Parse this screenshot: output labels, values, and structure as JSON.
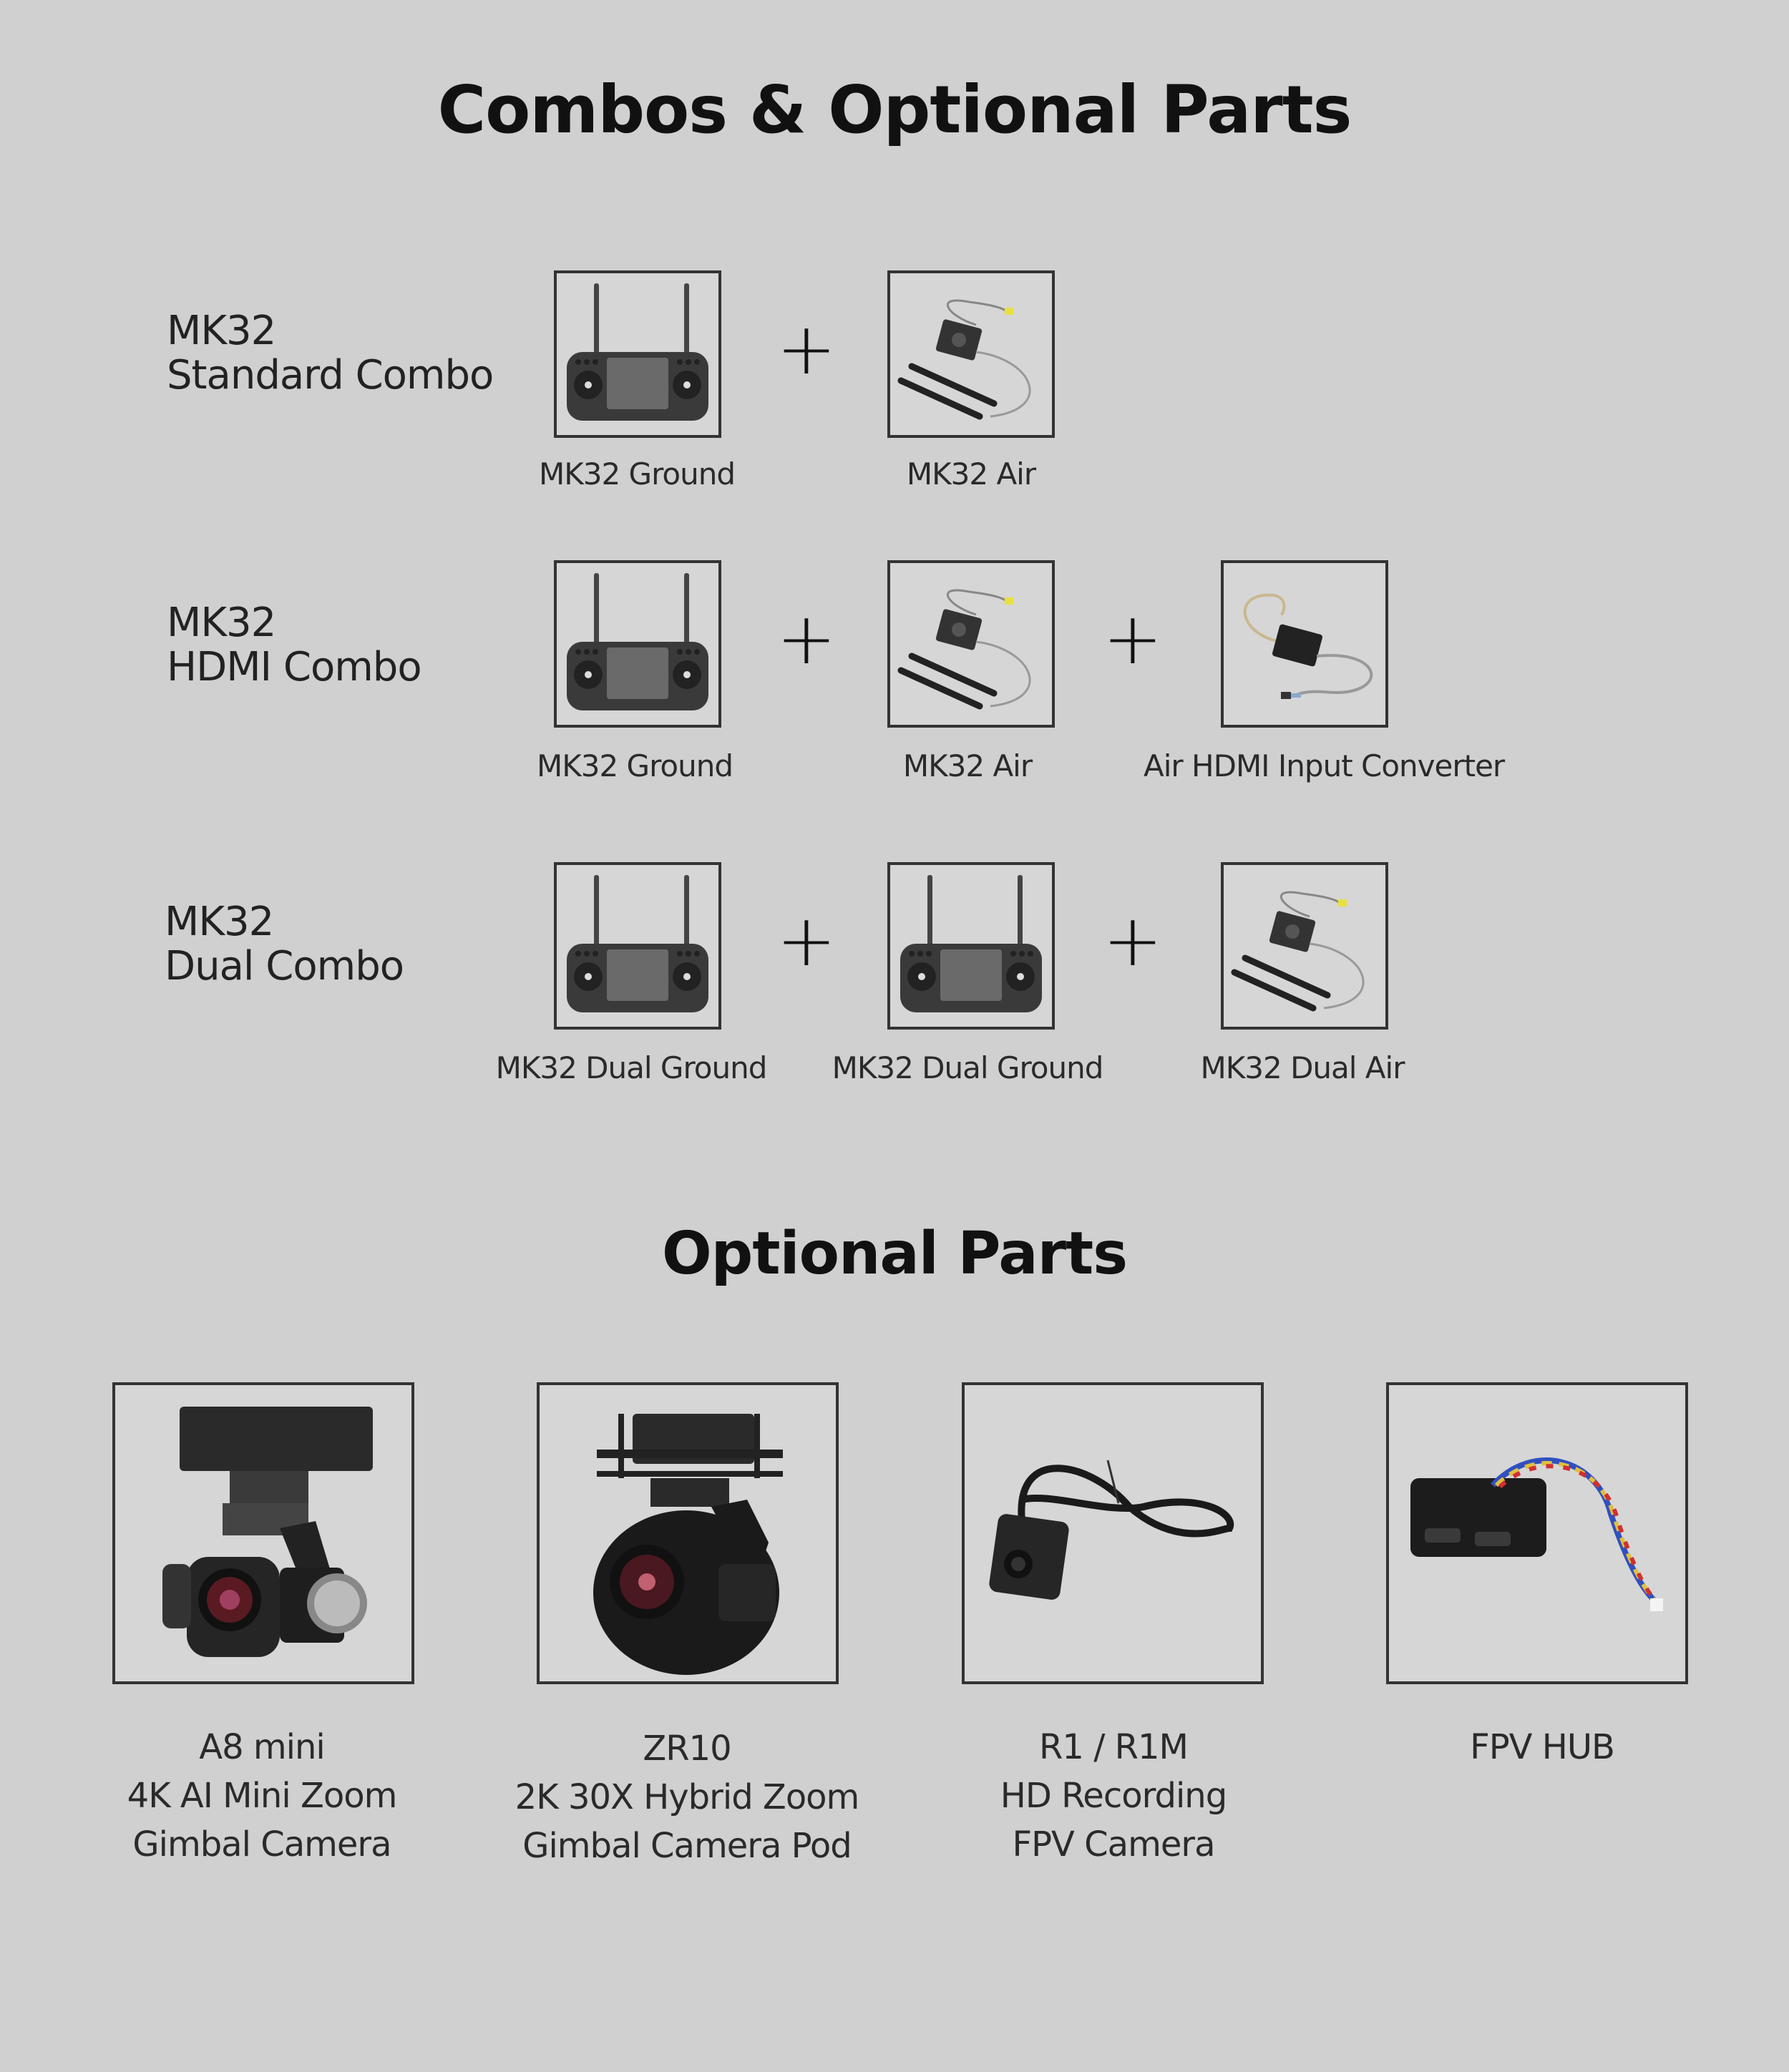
{
  "page": {
    "title": "Combos & Optional Parts",
    "background_color": "#d0d0d0"
  },
  "combos": [
    {
      "name_line1": "MK32",
      "name_line2": "Standard Combo",
      "items": [
        {
          "label": "MK32 Ground",
          "icon": "remote-controller-icon"
        },
        {
          "label": "MK32 Air",
          "icon": "air-unit-icon"
        }
      ]
    },
    {
      "name_line1": "MK32",
      "name_line2": "HDMI Combo",
      "items": [
        {
          "label": "MK32 Ground",
          "icon": "remote-controller-icon"
        },
        {
          "label": "MK32 Air",
          "icon": "air-unit-icon"
        },
        {
          "label": "Air HDMI Input Converter",
          "icon": "hdmi-converter-icon"
        }
      ]
    },
    {
      "name_line1": "MK32",
      "name_line2": "Dual Combo",
      "items": [
        {
          "label": "MK32 Dual Ground",
          "icon": "remote-controller-icon"
        },
        {
          "label": "MK32 Dual Ground",
          "icon": "remote-controller-icon"
        },
        {
          "label": "MK32 Dual Air",
          "icon": "air-unit-icon"
        }
      ]
    }
  ],
  "plus_symbol": "+",
  "optional_parts": {
    "title": "Optional Parts",
    "items": [
      {
        "lines": [
          "A8 mini",
          "4K AI Mini Zoom",
          "Gimbal Camera"
        ],
        "icon": "gimbal-camera-icon"
      },
      {
        "lines": [
          "ZR10",
          "2K 30X Hybrid Zoom",
          "Gimbal Camera Pod"
        ],
        "icon": "gimbal-pod-icon"
      },
      {
        "lines": [
          "R1 / R1M",
          "HD Recording",
          "FPV Camera"
        ],
        "icon": "fpv-camera-icon"
      },
      {
        "lines": [
          "FPV HUB"
        ],
        "icon": "fpv-hub-icon"
      }
    ]
  }
}
